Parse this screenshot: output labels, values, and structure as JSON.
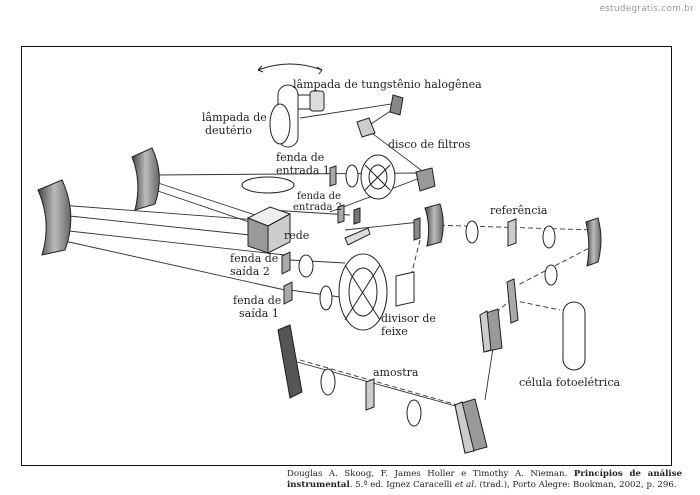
{
  "watermark": "estudegratis.com.br",
  "labels": {
    "lampada_tungstenio": "lâmpada de tungstênio halogênea",
    "lampada_deuterio_1": "lâmpada de",
    "lampada_deuterio_2": "deutério",
    "disco_filtros": "disco de filtros",
    "fenda_entrada1_1": "fenda de",
    "fenda_entrada1_2": "entrada 1",
    "fenda_entrada2_1": "fenda de",
    "fenda_entrada2_2": "entrada 2",
    "rede": "rede",
    "referencia": "referência",
    "fenda_saida2_1": "fenda de",
    "fenda_saida2_2": "saída 2",
    "fenda_saida1_1": "fenda de",
    "fenda_saida1_2": "saída 1",
    "divisor_1": "divisor de",
    "divisor_2": "feixe",
    "amostra": "amostra",
    "celula": "célula fotoelétrica"
  },
  "caption": {
    "authors": "Douglas A. Skoog, F. James Holler e Timothy A. Nieman.",
    "title": "Princípios de análise instrumental",
    "edition": ". 5.ª ed. Ignez Caracelli",
    "etal": "et al.",
    "rest": "(trad.), Porto Alegre: Bookman, 2002, p. 296."
  }
}
